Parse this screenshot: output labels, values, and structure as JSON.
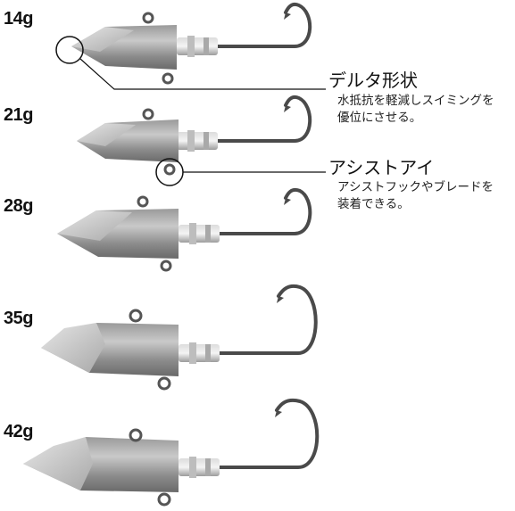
{
  "weights": [
    "14g",
    "21g",
    "28g",
    "35g",
    "42g"
  ],
  "callouts": {
    "delta": {
      "title": "デルタ形状",
      "desc_line1": "水抵抗を軽減しスイミングを",
      "desc_line2": "優位にさせる。"
    },
    "assist": {
      "title": "アシストアイ",
      "desc_line1": "アシストフックやブレードを",
      "desc_line2": "装着できる。"
    }
  },
  "colors": {
    "lead_light": "#d8d8d8",
    "lead_dark": "#6e6e6e",
    "hook": "#4a4a4a",
    "line": "#111111"
  }
}
